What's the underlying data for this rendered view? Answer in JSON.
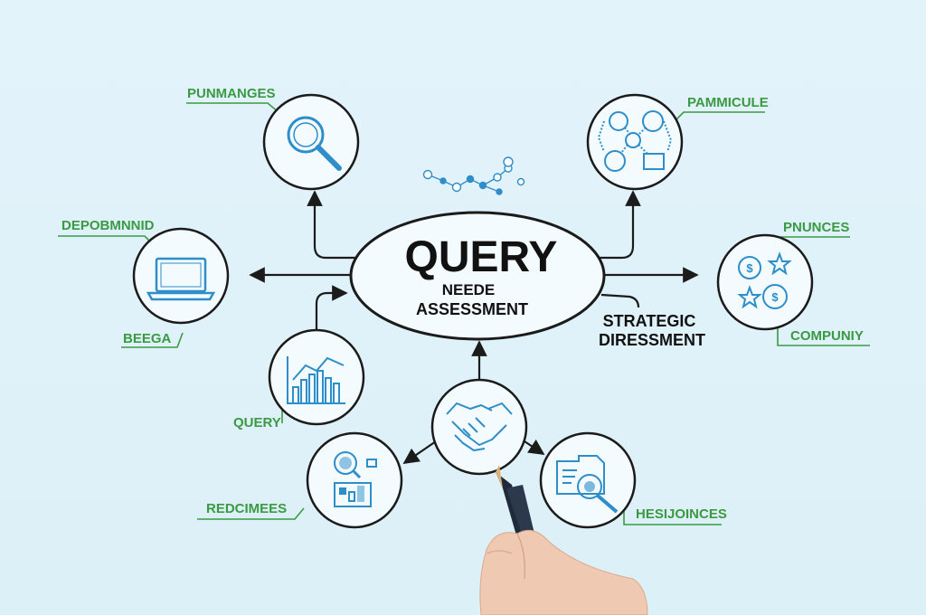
{
  "center": {
    "title": "QUERY",
    "line1": "NEEDE",
    "line2": "ASSESSMENT"
  },
  "side_note": {
    "line1": "STRATEGIC",
    "line2": "DIRESSMENT"
  },
  "labels": {
    "top_left": "PUNMANGES",
    "top_right": "PAMMICULE",
    "left_upper": "DEPOBMNNID",
    "left_lower": "BEEGA",
    "right_upper": "PNUNCES",
    "right_lower": "COMPUNIY",
    "chart_node": "QUERY",
    "bottom_left": "REDCIMEES",
    "bottom_right": "HESIJOINCES"
  },
  "icons": {
    "top_left": "magnifier-icon",
    "top_right": "network-icon",
    "left": "laptop-icon",
    "right": "stars-coins-icon",
    "chart": "bar-chart-icon",
    "handshake": "handshake-icon",
    "bottom_left": "research-icon",
    "bottom_right": "document-search-icon",
    "hand": "hand-with-pen"
  },
  "colors": {
    "line": "#1b1b1b",
    "icon": "#2e8ec9",
    "label": "#3a9a44"
  }
}
